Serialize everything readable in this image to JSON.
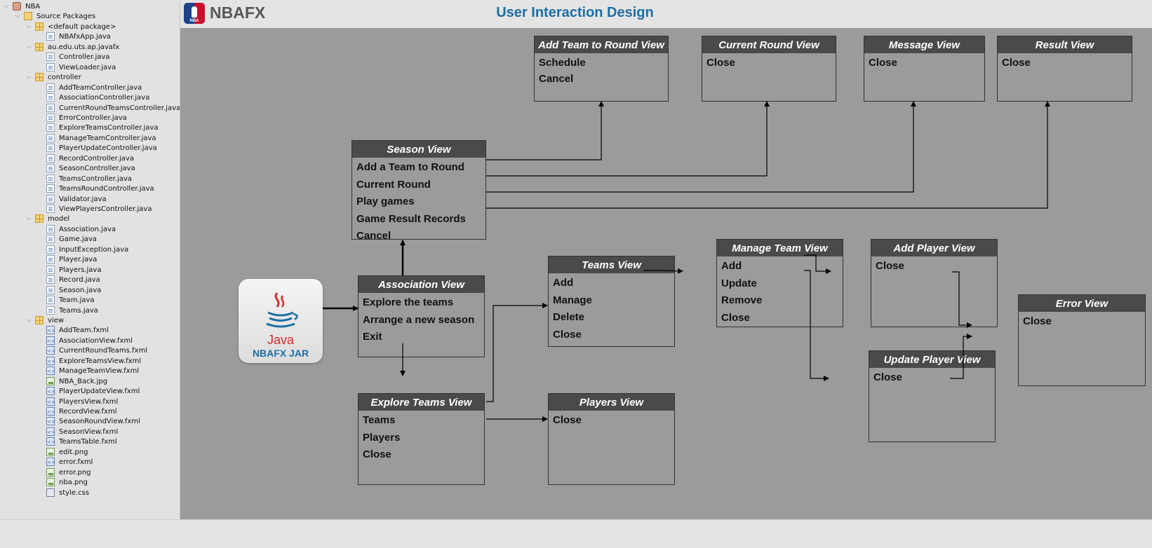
{
  "header": {
    "logo_text": "NBA",
    "brand": "NBAFX",
    "title": "User Interaction Design"
  },
  "sidebar": {
    "tree": [
      {
        "label": "NBA",
        "icon": "project-icon",
        "depth": 0,
        "open": true
      },
      {
        "label": "Source Packages",
        "icon": "source-packages-icon",
        "depth": 1,
        "open": true
      },
      {
        "label": "<default package>",
        "icon": "package-icon",
        "depth": 2,
        "open": true
      },
      {
        "label": "NBAfxApp.java",
        "icon": "java-file-icon",
        "depth": 3
      },
      {
        "label": "au.edu.uts.ap.javafx",
        "icon": "package-icon",
        "depth": 2,
        "open": true
      },
      {
        "label": "Controller.java",
        "icon": "java-file-icon",
        "depth": 3
      },
      {
        "label": "ViewLoader.java",
        "icon": "java-file-icon",
        "depth": 3
      },
      {
        "label": "controller",
        "icon": "package-icon",
        "depth": 2,
        "open": true
      },
      {
        "label": "AddTeamController.java",
        "icon": "java-file-icon",
        "depth": 3
      },
      {
        "label": "AssociationController.java",
        "icon": "java-file-icon",
        "depth": 3
      },
      {
        "label": "CurrentRoundTeamsController.java",
        "icon": "java-file-icon",
        "depth": 3
      },
      {
        "label": "ErrorController.java",
        "icon": "java-file-icon",
        "depth": 3
      },
      {
        "label": "ExploreTeamsController.java",
        "icon": "java-file-icon",
        "depth": 3
      },
      {
        "label": "ManageTeamController.java",
        "icon": "java-file-icon",
        "depth": 3
      },
      {
        "label": "PlayerUpdateController.java",
        "icon": "java-file-icon",
        "depth": 3
      },
      {
        "label": "RecordController.java",
        "icon": "java-file-icon",
        "depth": 3
      },
      {
        "label": "SeasonController.java",
        "icon": "java-file-icon",
        "depth": 3
      },
      {
        "label": "TeamsController.java",
        "icon": "java-file-icon",
        "depth": 3
      },
      {
        "label": "TeamsRoundController.java",
        "icon": "java-file-icon",
        "depth": 3
      },
      {
        "label": "Validator.java",
        "icon": "java-file-icon",
        "depth": 3
      },
      {
        "label": "ViewPlayersController.java",
        "icon": "java-file-icon",
        "depth": 3
      },
      {
        "label": "model",
        "icon": "package-icon",
        "depth": 2,
        "open": true
      },
      {
        "label": "Association.java",
        "icon": "java-file-icon",
        "depth": 3
      },
      {
        "label": "Game.java",
        "icon": "java-file-icon",
        "depth": 3
      },
      {
        "label": "InputException.java",
        "icon": "java-file-icon",
        "depth": 3
      },
      {
        "label": "Player.java",
        "icon": "java-file-icon",
        "depth": 3
      },
      {
        "label": "Players.java",
        "icon": "java-file-icon",
        "depth": 3
      },
      {
        "label": "Record.java",
        "icon": "java-file-icon",
        "depth": 3
      },
      {
        "label": "Season.java",
        "icon": "java-file-icon",
        "depth": 3
      },
      {
        "label": "Team.java",
        "icon": "java-file-icon",
        "depth": 3
      },
      {
        "label": "Teams.java",
        "icon": "java-file-icon",
        "depth": 3
      },
      {
        "label": "view",
        "icon": "package-icon",
        "depth": 2,
        "open": true
      },
      {
        "label": "AddTeam.fxml",
        "icon": "fxml-file-icon",
        "depth": 3
      },
      {
        "label": "AssociationView.fxml",
        "icon": "fxml-file-icon",
        "depth": 3
      },
      {
        "label": "CurrentRoundTeams.fxml",
        "icon": "fxml-file-icon",
        "depth": 3
      },
      {
        "label": "ExploreTeamsView.fxml",
        "icon": "fxml-file-icon",
        "depth": 3
      },
      {
        "label": "ManageTeamView.fxml",
        "icon": "fxml-file-icon",
        "depth": 3
      },
      {
        "label": "NBA_Back.jpg",
        "icon": "image-file-icon",
        "depth": 3
      },
      {
        "label": "PlayerUpdateView.fxml",
        "icon": "fxml-file-icon",
        "depth": 3
      },
      {
        "label": "PlayersView.fxml",
        "icon": "fxml-file-icon",
        "depth": 3
      },
      {
        "label": "RecordView.fxml",
        "icon": "fxml-file-icon",
        "depth": 3
      },
      {
        "label": "SeasonRoundView.fxml",
        "icon": "fxml-file-icon",
        "depth": 3
      },
      {
        "label": "SeasonView.fxml",
        "icon": "fxml-file-icon",
        "depth": 3
      },
      {
        "label": "TeamsTable.fxml",
        "icon": "fxml-file-icon",
        "depth": 3
      },
      {
        "label": "edit.png",
        "icon": "image-file-icon",
        "depth": 3
      },
      {
        "label": "error.fxml",
        "icon": "fxml-file-icon",
        "depth": 3
      },
      {
        "label": "error.png",
        "icon": "image-file-icon",
        "depth": 3
      },
      {
        "label": "nba.png",
        "icon": "image-file-icon",
        "depth": 3
      },
      {
        "label": "style.css",
        "icon": "css-file-icon",
        "depth": 3
      }
    ]
  },
  "diagram": {
    "jar": {
      "word": "Java",
      "label": "NBAFX JAR"
    },
    "views": [
      {
        "id": "add-team-to-round",
        "title": "Add Team to Round View",
        "items": [
          "Schedule",
          "Cancel"
        ]
      },
      {
        "id": "current-round",
        "title": "Current Round View",
        "items": [
          "Close"
        ]
      },
      {
        "id": "message",
        "title": "Message View",
        "items": [
          "Close"
        ]
      },
      {
        "id": "result",
        "title": "Result View",
        "items": [
          "Close"
        ]
      },
      {
        "id": "season",
        "title": "Season View",
        "items": [
          "Add a Team to Round",
          "Current Round",
          "Play games",
          "Game Result Records",
          "Cancel"
        ]
      },
      {
        "id": "association",
        "title": "Association View",
        "items": [
          "Explore the teams",
          "Arrange a new season",
          "Exit"
        ]
      },
      {
        "id": "teams",
        "title": "Teams View",
        "items": [
          "Add",
          "Manage",
          "Delete",
          "Close"
        ]
      },
      {
        "id": "manage-team",
        "title": "Manage Team View",
        "items": [
          "Add",
          "Update",
          "Remove",
          "Close"
        ]
      },
      {
        "id": "add-player",
        "title": "Add Player View",
        "items": [
          "Close"
        ]
      },
      {
        "id": "error",
        "title": "Error View",
        "items": [
          "Close"
        ]
      },
      {
        "id": "update-player",
        "title": "Update Player View",
        "items": [
          "Close"
        ]
      },
      {
        "id": "explore-teams",
        "title": "Explore Teams View",
        "items": [
          "Teams",
          "Players",
          "Close"
        ]
      },
      {
        "id": "players",
        "title": "Players View",
        "items": [
          "Close"
        ]
      }
    ]
  },
  "colors": {
    "canvas": "#9b9b9b",
    "header_fill": "#4a4a4a",
    "title": "#1b6fa5"
  }
}
